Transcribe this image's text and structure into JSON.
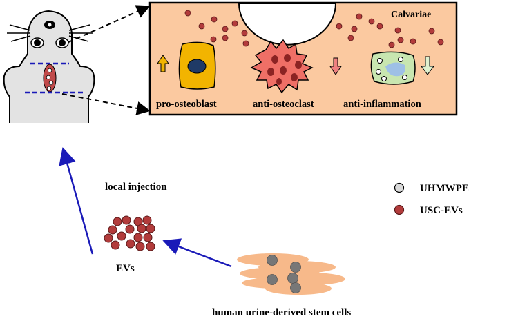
{
  "panel": {
    "title": "Calvariae",
    "effects": [
      {
        "label": "pro-osteoblast",
        "direction": "up"
      },
      {
        "label": "anti-osteoclast",
        "direction": "down"
      },
      {
        "label": "anti-inflammation",
        "direction": "down"
      }
    ]
  },
  "flow": {
    "injection_label": "local injection",
    "evs_label": "EVs",
    "source_label": "human urine-derived stem cells"
  },
  "legend": [
    {
      "label": "UHMWPE",
      "color": "#d9d9d9"
    },
    {
      "label": "USC-EVs",
      "color": "#b23b3b"
    }
  ],
  "colors": {
    "panel_bg": "#fbc9a0",
    "ev": "#b23b3b",
    "particle": "#d9d9d9",
    "osteoblast": "#f2b400",
    "osteoclast": "#ef6f66",
    "macrophage": "#c8e6b0",
    "arrow_up": "#f2b400",
    "arrow_down_red": "#ef8080",
    "arrow_down_green": "#dff0cf",
    "flow_arrow": "#1a1ab8",
    "stem_cell": "#f7b98a"
  }
}
